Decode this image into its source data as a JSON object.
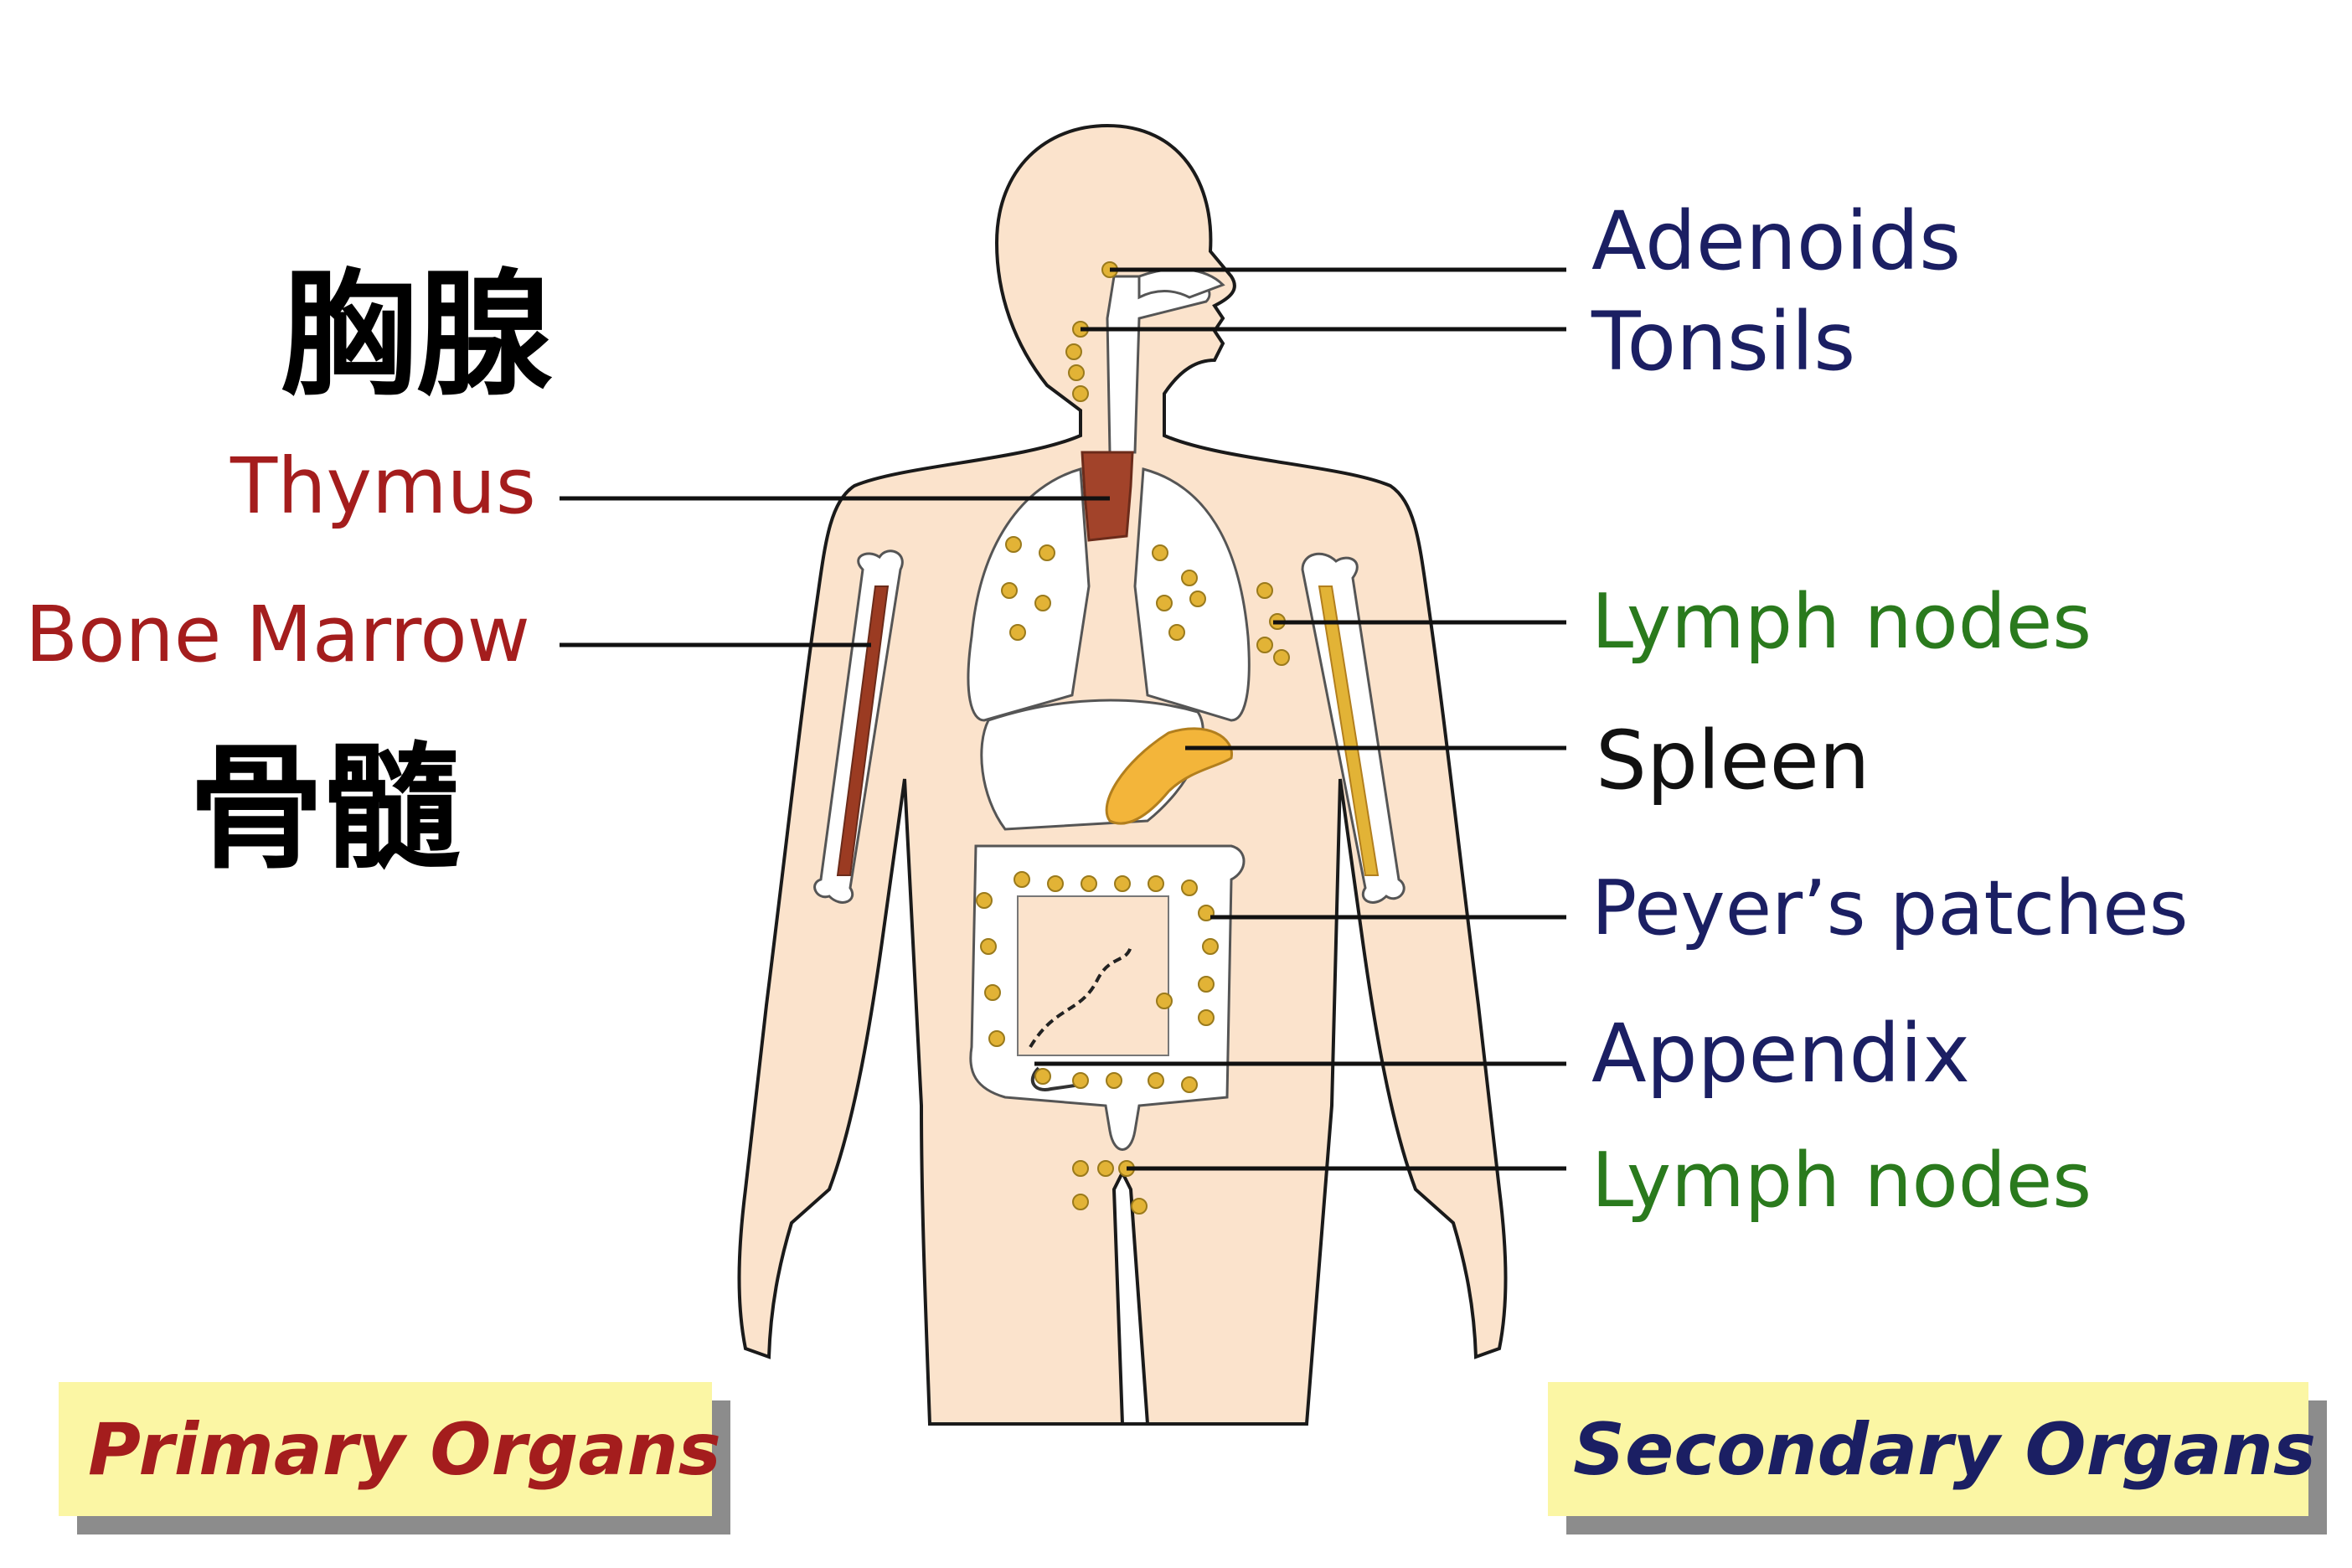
{
  "colors": {
    "primary_text": "#a41d1d",
    "secondary_blue": "#1b1f63",
    "secondary_green": "#2a7a1d",
    "skin": "#fbe3cc",
    "gland": "#e2b336",
    "thymus": "#a2432a",
    "bone_marrow": "#9b3b22",
    "box_fill": "#fbf6a4"
  },
  "chinese": {
    "thymus": "胸腺",
    "bone_marrow": "骨髓"
  },
  "primary": {
    "thymus": "Thymus",
    "bone_marrow": "Bone Marrow",
    "box_label": "Primary Organs"
  },
  "secondary": {
    "adenoids": "Adenoids",
    "tonsils": "Tonsils",
    "lymph_nodes_upper": "Lymph nodes",
    "spleen": "Spleen",
    "peyers_patches": "Peyer’s patches",
    "appendix": "Appendix",
    "lymph_nodes_lower": "Lymph nodes",
    "box_label": "Secondary Organs"
  }
}
